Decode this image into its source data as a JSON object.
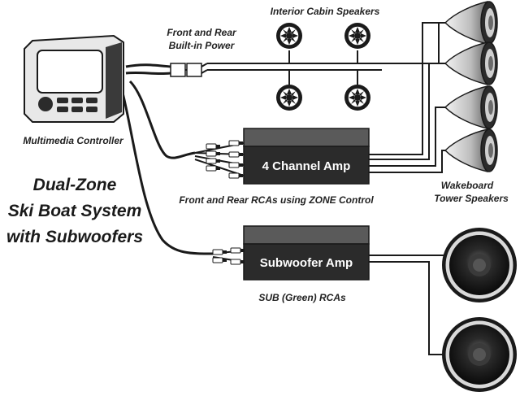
{
  "title": {
    "line1": "Dual-Zone",
    "line2": "Ski Boat System",
    "line3": "with Subwoofers"
  },
  "labels": {
    "interior_speakers": "Interior Cabin Speakers",
    "power_line1": "Front and Rear",
    "power_line2": "Built-in Power",
    "controller": "Multimedia Controller",
    "front_rear_rcas": "Front and Rear RCAs using ZONE Control",
    "wakeboard_line1": "Wakeboard",
    "wakeboard_line2": "Tower Speakers",
    "sub_rcas": "SUB (Green) RCAs"
  },
  "amps": {
    "four_channel": "4 Channel Amp",
    "subwoofer": "Subwoofer Amp"
  },
  "colors": {
    "wire": "#1a1a1a",
    "amp_top": "#5a5a5a",
    "amp_body": "#2b2b2b",
    "speaker_dark": "#111111"
  }
}
